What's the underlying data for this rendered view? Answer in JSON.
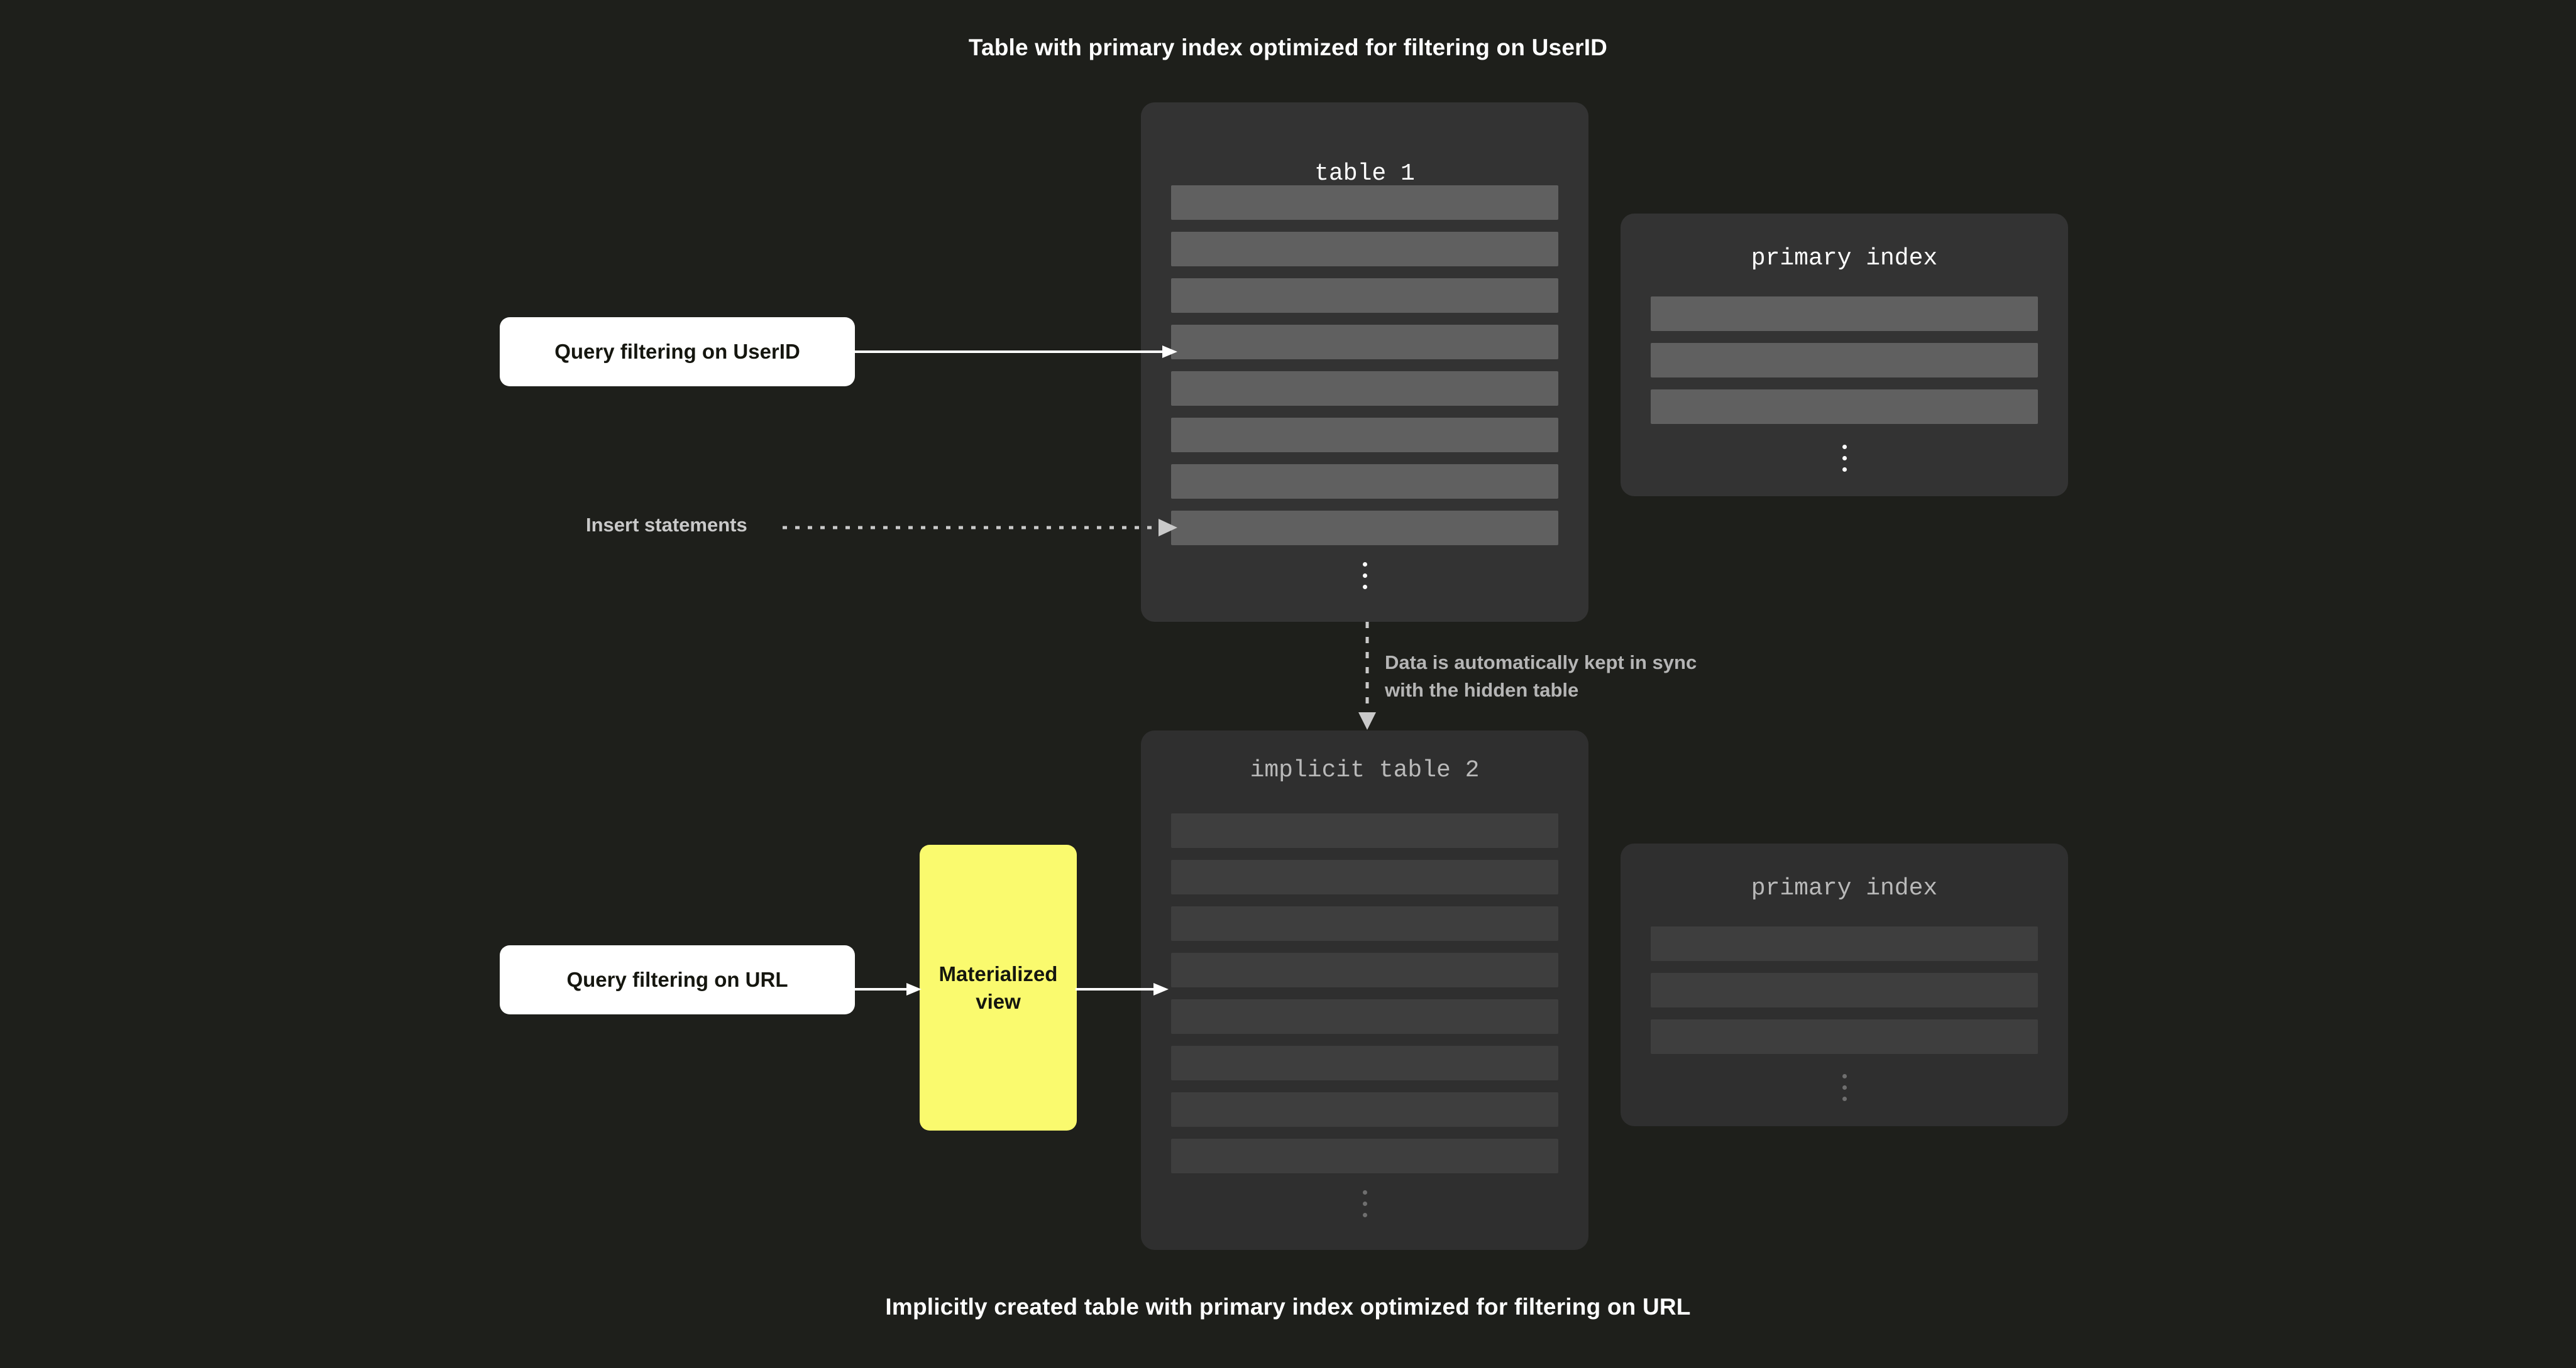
{
  "diagram": {
    "caption_top": "Table with primary index optimized for filtering on UserID",
    "caption_bottom": "Implicitly created table with primary index optimized for filtering on URL",
    "colors": {
      "background": "#1e1f1b",
      "card": "#333333",
      "card_dim": "#2f2f2f",
      "row": "#606060",
      "row_dim": "#3e3e3e",
      "accent_yellow": "#FAFA6E",
      "pill_white": "#ffffff",
      "text_muted": "#b5b5b5",
      "arrow": "#ffffff",
      "arrow_dotted": "#c9c9c9"
    }
  },
  "table1": {
    "title": "table 1",
    "row_count": 8,
    "ellipsis": "vertical-ellipsis"
  },
  "primary_index_top": {
    "title": "primary index",
    "row_count": 3,
    "ellipsis": "vertical-ellipsis"
  },
  "table2": {
    "title": "implicit table 2",
    "row_count": 8,
    "ellipsis": "vertical-ellipsis"
  },
  "primary_index_bottom": {
    "title": "primary index",
    "row_count": 3,
    "ellipsis": "vertical-ellipsis"
  },
  "query_userid": {
    "label": "Query filtering on UserID"
  },
  "query_url": {
    "label": "Query filtering on URL"
  },
  "materialized_view": {
    "label": "Materialized\nview",
    "line1": "Materialized",
    "line2": "view"
  },
  "insert_flow": {
    "label": "Insert statements"
  },
  "sync_note": {
    "line1": "Data is automatically kept in sync",
    "line2": "with the hidden table"
  }
}
